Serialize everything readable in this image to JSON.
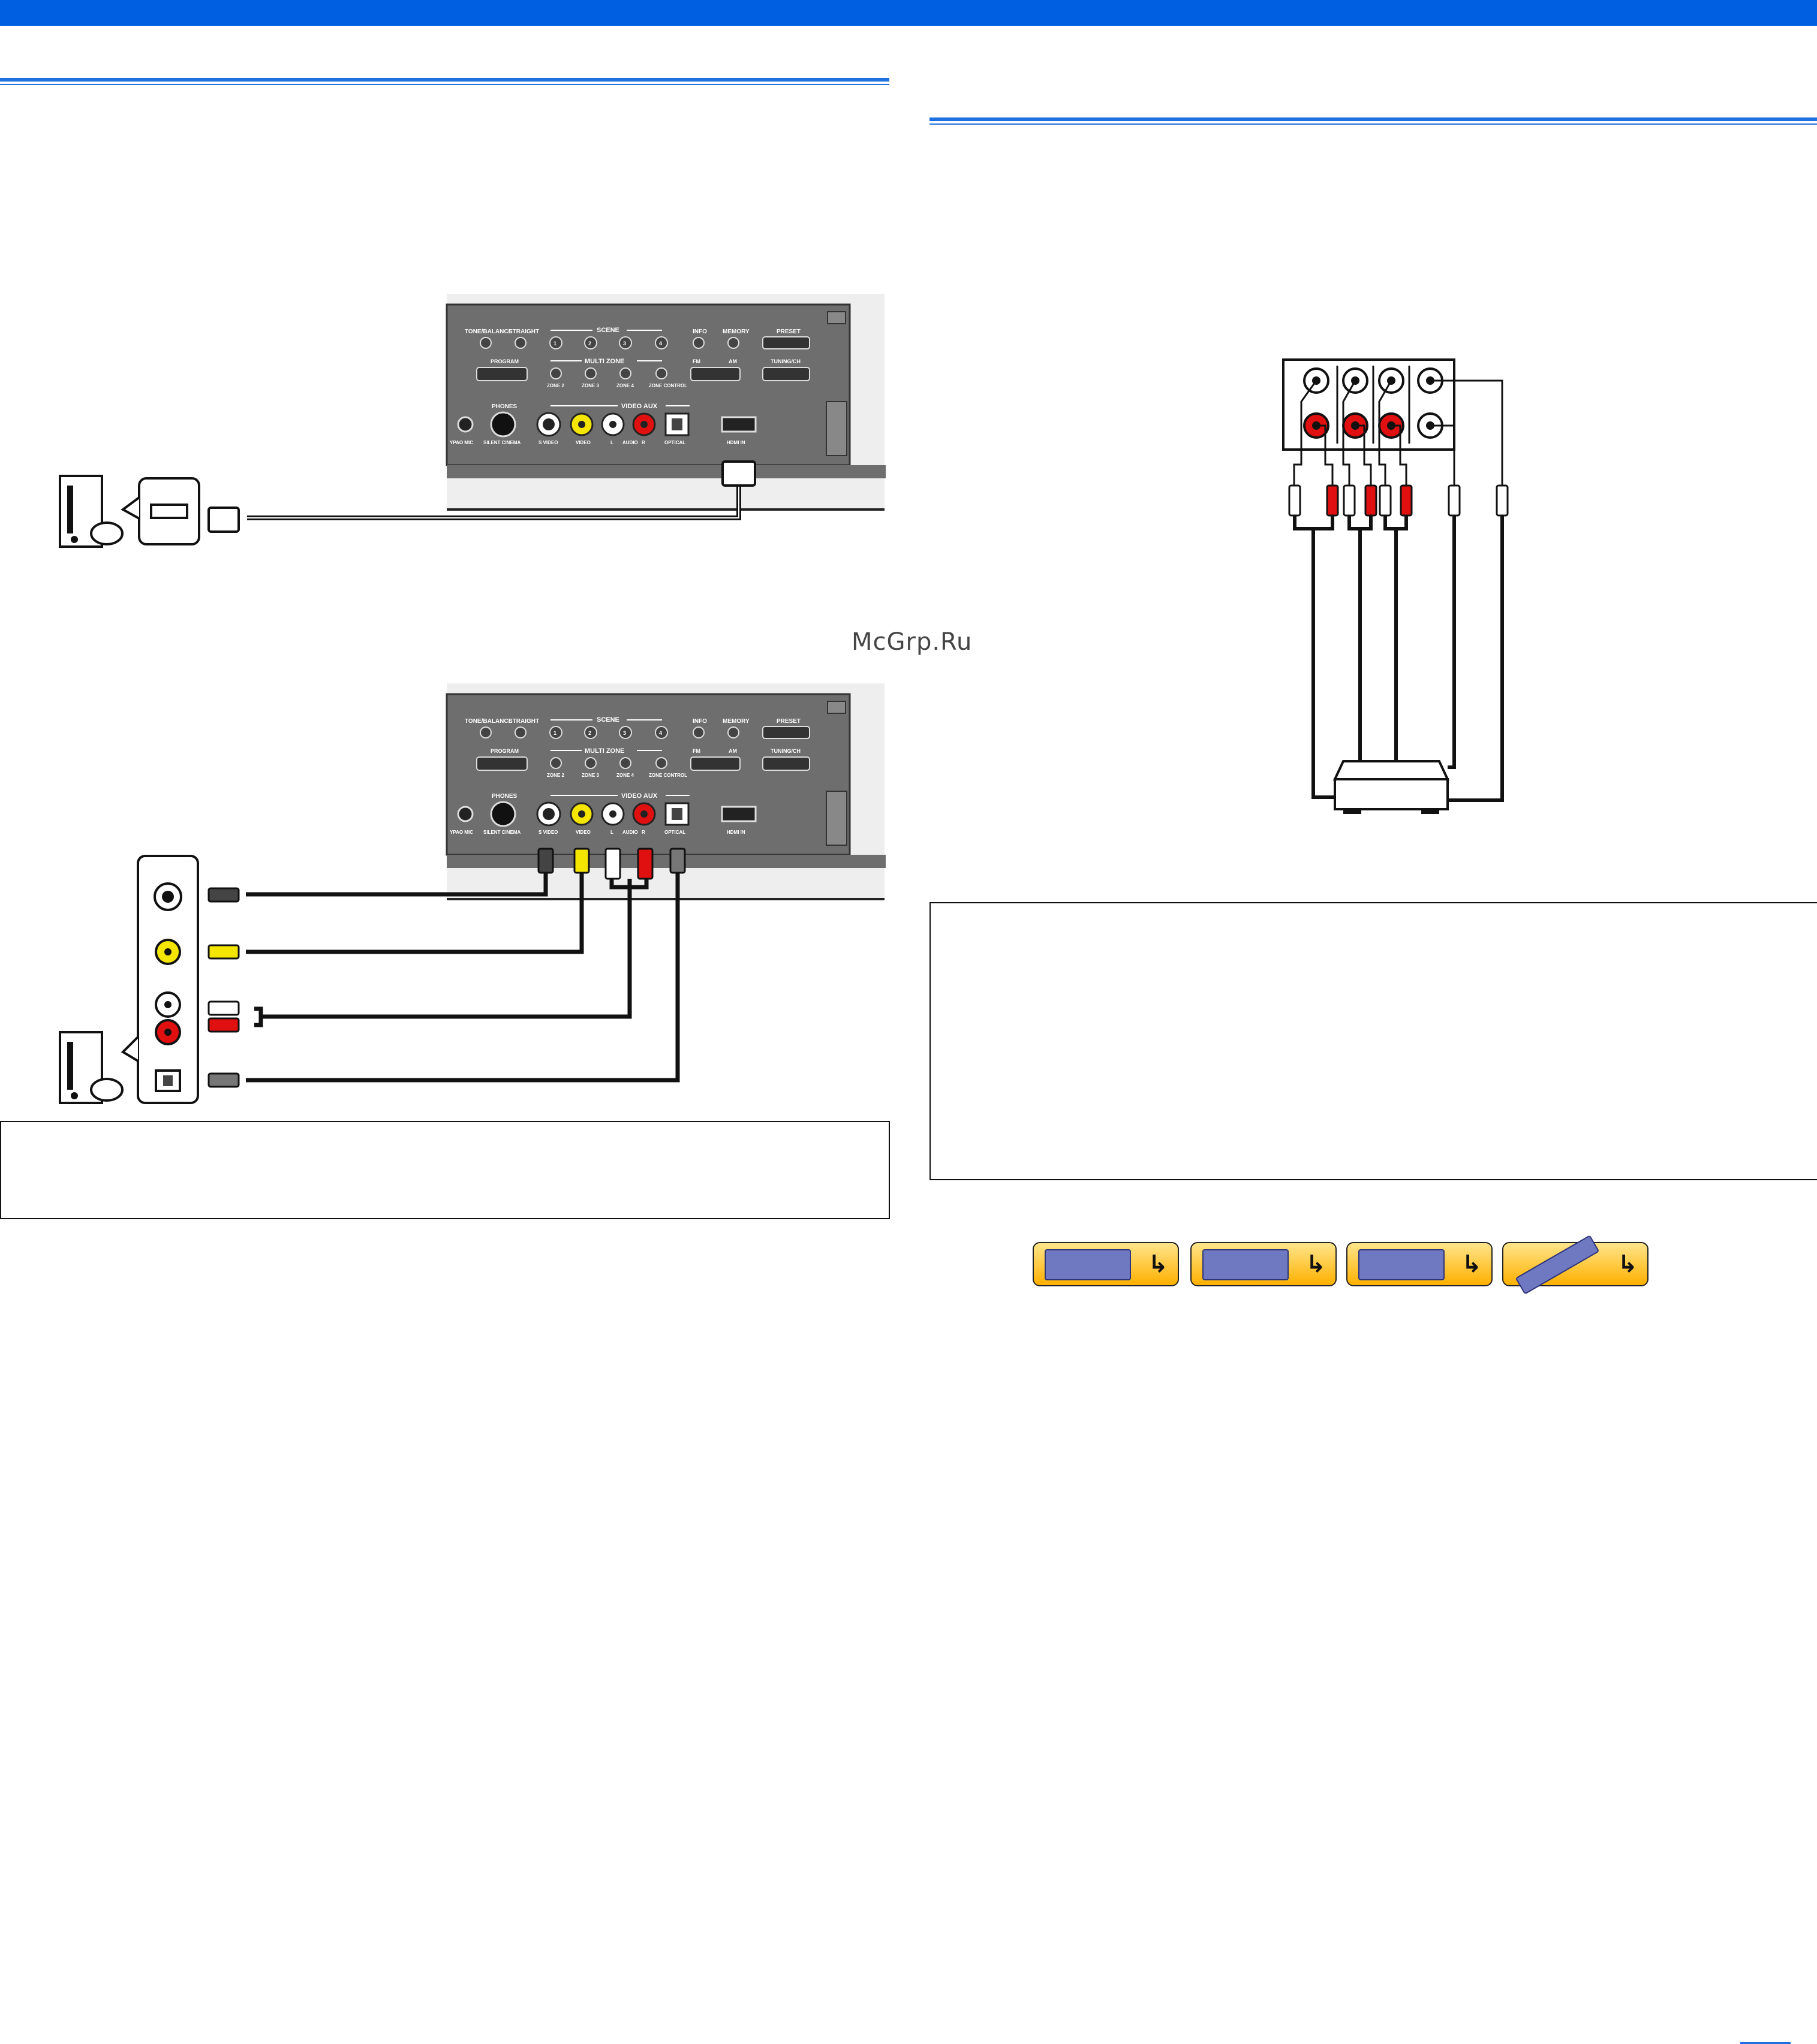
{
  "brand": {
    "accent": "#005fe0",
    "rule_color": "#1e6fe0"
  },
  "watermark": "McGrp.Ru",
  "panel": {
    "scene_title": "SCENE",
    "scene_buttons": [
      "1",
      "2",
      "3",
      "4"
    ],
    "tone_balance": "TONE/BALANCE",
    "straight": "STRAIGHT",
    "info": "INFO",
    "memory": "MEMORY",
    "preset": "PRESET",
    "multi_zone_title": "MULTI ZONE",
    "program": "PROGRAM",
    "zone2": "ZONE 2",
    "zone3": "ZONE 3",
    "zone4": "ZONE 4",
    "zone_control": "ZONE CONTROL",
    "fm": "FM",
    "am": "AM",
    "tuning": "TUNING/CH",
    "phones": "PHONES",
    "video_aux_title": "VIDEO AUX",
    "ypao_mic": "YPAO MIC",
    "silent_cinema": "SILENT CINEMA",
    "s_video": "S VIDEO",
    "video": "VIDEO",
    "l": "L",
    "audio": "AUDIO",
    "r": "R",
    "optical": "OPTICAL",
    "hdmi_in": "HDMI IN"
  },
  "icons": {
    "game_console_top": "game-console-icon",
    "game_console_bottom": "game-console-icon",
    "hdmi_port": "hdmi-port-icon",
    "s_video_jack": "s-video-jack-icon",
    "optical_jack": "optical-jack-icon",
    "rca_plug": "rca-plug-icon",
    "external_device": "external-device-icon"
  },
  "nav_buttons": [
    {
      "name": "front-panel-nav-button",
      "icon": "receiver-front-icon",
      "arrow": "↳"
    },
    {
      "name": "rear-panel-nav-button",
      "icon": "receiver-rear-icon",
      "arrow": "↳"
    },
    {
      "name": "display-nav-button",
      "icon": "display-panel-icon",
      "arrow": "↳"
    },
    {
      "name": "remote-control-nav-button",
      "icon": "remote-control-icon",
      "arrow": "↳"
    }
  ]
}
